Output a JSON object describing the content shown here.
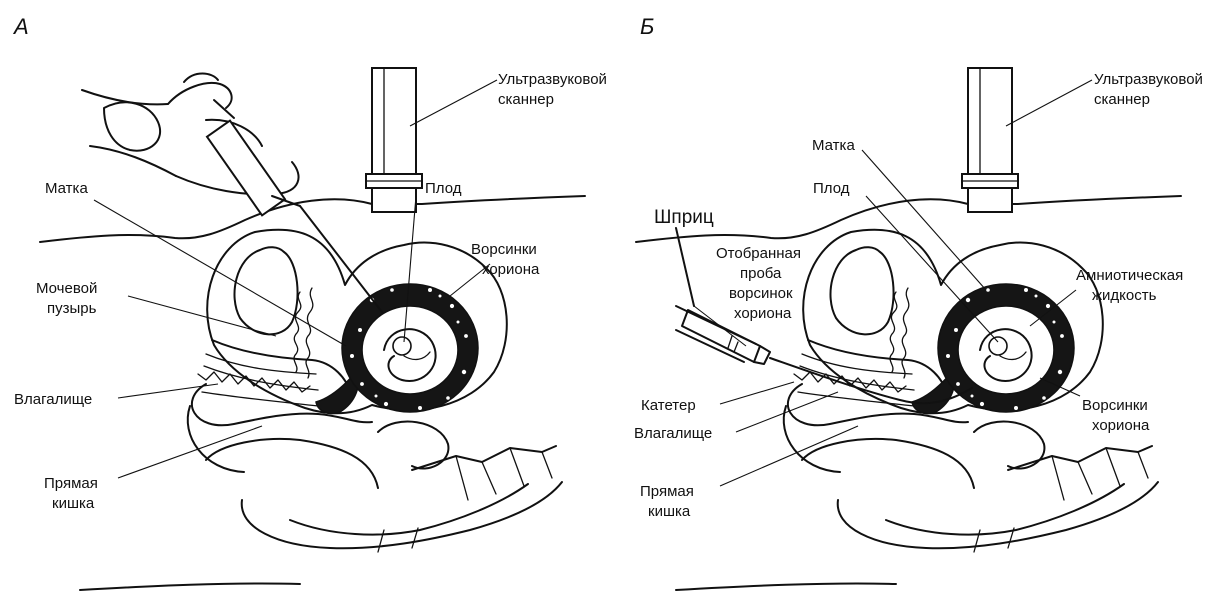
{
  "panels": [
    {
      "letter": "А",
      "labels": {
        "scanner_1": "Ультразвуковой",
        "scanner_2": "сканнер",
        "uterus": "Матка",
        "fetus": "Плод",
        "villi_1": "Ворсинки",
        "villi_2": "хориона",
        "bladder_1": "Мочевой",
        "bladder_2": "пузырь",
        "vagina": "Влагалище",
        "rectum_1": "Прямая",
        "rectum_2": "кишка"
      }
    },
    {
      "letter": "Б",
      "labels": {
        "scanner_1": "Ультразвуковой",
        "scanner_2": "сканнер",
        "uterus": "Матка",
        "fetus": "Плод",
        "syringe": "Шприц",
        "sample_1": "Отобранная",
        "sample_2": "проба",
        "sample_3": "ворсинок",
        "sample_4": "хориона",
        "amniotic_1": "Амниотическая",
        "amniotic_2": "жидкость",
        "catheter": "Катетер",
        "vagina": "Влагалище",
        "villi_1": "Ворсинки",
        "villi_2": "хориона",
        "rectum_1": "Прямая",
        "rectum_2": "кишка"
      }
    }
  ]
}
